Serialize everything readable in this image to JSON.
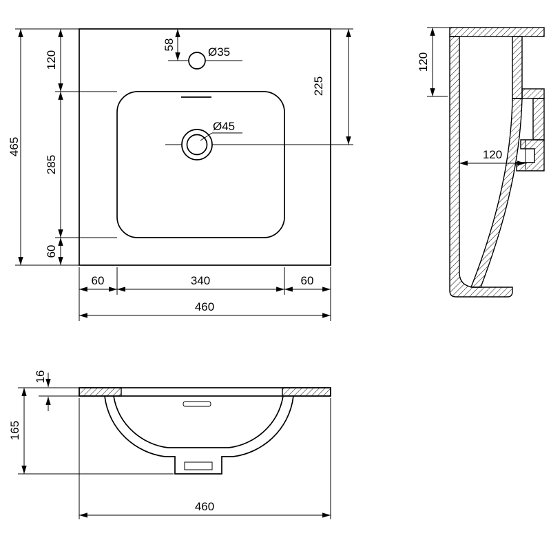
{
  "drawing": {
    "plan": {
      "overall_height": "465",
      "rim_top": "120",
      "basin_length": "285",
      "rim_bottom": "60",
      "faucet_offset": "58",
      "faucet_dia": "Ø35",
      "drain_dia": "Ø45",
      "drain_from_top": "225",
      "rim_left": "60",
      "basin_width": "340",
      "rim_right": "60",
      "overall_width": "460"
    },
    "side": {
      "height": "120",
      "depth": "120"
    },
    "front": {
      "rim_thickness": "16",
      "total_height": "165",
      "overall_width": "460"
    }
  }
}
